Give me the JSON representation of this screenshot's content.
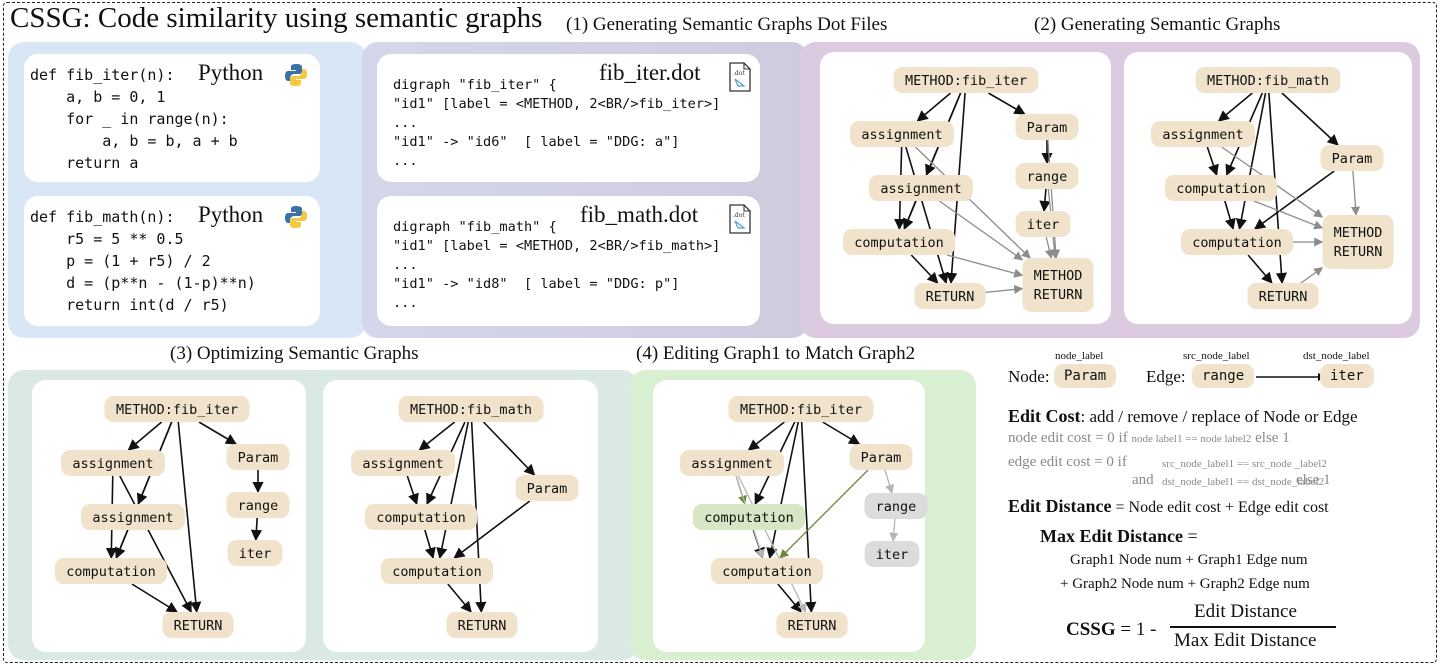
{
  "title": "CSSG: Code similarity using semantic graphs",
  "sections": {
    "s1": "(1) Generating Semantic Graphs Dot Files",
    "s2": "(2) Generating Semantic Graphs",
    "s3": "(3) Optimizing  Semantic Graphs",
    "s4": "(4) Editing Graph1 to Match Graph2"
  },
  "code": {
    "fib_iter": {
      "lang": "Python",
      "icon": "python-logo-icon",
      "lines": "def fib_iter(n):\n    a, b = 0, 1\n    for _ in range(n):\n        a, b = b, a + b\n    return a"
    },
    "fib_math": {
      "lang": "Python",
      "icon": "python-logo-icon",
      "lines": "def fib_math(n):\n    r5 = 5 ** 0.5\n    p = (1 + r5) / 2\n    d = (p**n - (1-p)**n)\n    return int(d / r5)"
    }
  },
  "dotfiles": {
    "fib_iter": {
      "name": "fib_iter.dot",
      "icon": "dot-file-icon",
      "lines": "digraph \"fib_iter\" {\n\"id1\" [label = <METHOD, 2<BR/>fib_iter>]\n...\n\"id1\" -> \"id6\"  [ label = \"DDG: a\"]\n..."
    },
    "fib_math": {
      "name": "fib_math.dot",
      "icon": "dot-file-icon",
      "lines": "digraph \"fib_math\" {\n\"id1\" [label = <METHOD, 2<BR/>fib_math>]\n...\n\"id1\" -> \"id8\"  [ label = \"DDG: p\"]\n..."
    }
  },
  "graphs": {
    "g2a": {
      "nodes": [
        "METHOD:fib_iter",
        "assignment",
        "assignment",
        "computation",
        "RETURN",
        "Param",
        "range",
        "iter",
        "METHOD|RETURN"
      ],
      "edges_black": [
        [
          0,
          1
        ],
        [
          0,
          2
        ],
        [
          0,
          3
        ],
        [
          0,
          5
        ],
        [
          1,
          3
        ],
        [
          2,
          3
        ],
        [
          3,
          4
        ],
        [
          0,
          4
        ],
        [
          1,
          4
        ],
        [
          5,
          6
        ],
        [
          6,
          7
        ]
      ],
      "edges_gray": [
        [
          1,
          8
        ],
        [
          2,
          8
        ],
        [
          3,
          8
        ],
        [
          4,
          8
        ],
        [
          5,
          8
        ],
        [
          6,
          8
        ],
        [
          7,
          8
        ]
      ]
    },
    "g2b": {
      "nodes": [
        "METHOD:fib_math",
        "assignment",
        "computation",
        "computation",
        "RETURN",
        "Param",
        "METHOD|RETURN"
      ],
      "edges_black": [
        [
          0,
          1
        ],
        [
          0,
          2
        ],
        [
          0,
          3
        ],
        [
          0,
          5
        ],
        [
          1,
          2
        ],
        [
          2,
          3
        ],
        [
          5,
          3
        ],
        [
          3,
          4
        ],
        [
          0,
          4
        ]
      ],
      "edges_gray": [
        [
          1,
          6
        ],
        [
          2,
          6
        ],
        [
          3,
          6
        ],
        [
          4,
          6
        ],
        [
          5,
          6
        ]
      ]
    },
    "g3a": {
      "nodes": [
        "METHOD:fib_iter",
        "assignment",
        "assignment",
        "computation",
        "RETURN",
        "Param",
        "range",
        "iter"
      ],
      "edges_black": [
        [
          0,
          1
        ],
        [
          0,
          2
        ],
        [
          0,
          3
        ],
        [
          0,
          5
        ],
        [
          1,
          3
        ],
        [
          2,
          3
        ],
        [
          3,
          4
        ],
        [
          0,
          4
        ],
        [
          1,
          4
        ],
        [
          5,
          6
        ],
        [
          6,
          7
        ]
      ]
    },
    "g3b": {
      "nodes": [
        "METHOD:fib_math",
        "assignment",
        "computation",
        "computation",
        "RETURN",
        "Param"
      ],
      "edges_black": [
        [
          0,
          1
        ],
        [
          0,
          2
        ],
        [
          0,
          3
        ],
        [
          0,
          5
        ],
        [
          1,
          2
        ],
        [
          2,
          3
        ],
        [
          5,
          3
        ],
        [
          3,
          4
        ],
        [
          0,
          4
        ]
      ]
    },
    "g4": {
      "nodes": [
        "METHOD:fib_iter",
        "assignment",
        "computation",
        "computation",
        "RETURN",
        "Param",
        "range",
        "iter"
      ],
      "node_status": [
        "kept",
        "kept",
        "added",
        "kept",
        "kept",
        "kept",
        "removed",
        "removed"
      ],
      "edges_black": [
        [
          0,
          1
        ],
        [
          0,
          2
        ],
        [
          0,
          3
        ],
        [
          0,
          5
        ],
        [
          2,
          3
        ],
        [
          3,
          4
        ],
        [
          0,
          4
        ]
      ],
      "edges_added": [
        [
          1,
          2
        ],
        [
          5,
          3
        ]
      ],
      "edges_removed": [
        [
          1,
          3
        ],
        [
          1,
          4
        ],
        [
          5,
          6
        ],
        [
          6,
          7
        ]
      ]
    }
  },
  "legend": {
    "node_label_caption": "node_label",
    "node_prefix": "Node:",
    "node_example": "Param",
    "edge_prefix": "Edge:",
    "src_caption": "src_node_label",
    "dst_caption": "dst_node_label",
    "edge_src": "range",
    "edge_dst": "iter",
    "edit_cost_bold": "Edit Cost",
    "edit_cost_rest": ": add / remove / replace of Node or Edge",
    "node_cost_a": "node edit cost = 0 if ",
    "node_cost_b": "node label1 == node label2",
    "node_cost_c": " else 1",
    "edge_cost_a": "edge edit cost = 0   if",
    "edge_cost_b": "src_node_label1 == src_node _label2",
    "edge_cost_and": "and",
    "edge_cost_c": "dst_node_label1 == dst_node_label2",
    "edge_cost_d": " else 1",
    "edit_distance_bold": "Edit Distance",
    "edit_distance_rest": " = Node edit cost + Edge edit cost",
    "max_edit_bold": "Max Edit Distance",
    "max_edit_eq": " =",
    "max_line1": "Graph1 Node num + Graph1 Edge num",
    "max_line2": "+ Graph2 Node num + Graph2 Edge num",
    "cssg_bold": "CSSG",
    "cssg_eq": " = 1 - ",
    "numerator": "Edit Distance",
    "denominator": "Max Edit Distance"
  },
  "colors": {
    "node_fill": "#f1e3cb",
    "added_fill": "#d7e6c4",
    "removed_fill": "#dcdcdc",
    "added_edge": "#6b8a3a",
    "removed_edge": "#b5b5b5",
    "gray_edge": "#8c8c8c",
    "band_code": "#d9e6f6",
    "band_dot": "#cfcde0",
    "band_graph": "#dccae0",
    "band_opt": "#dbe9e5",
    "band_edit": "#d8efd2"
  }
}
